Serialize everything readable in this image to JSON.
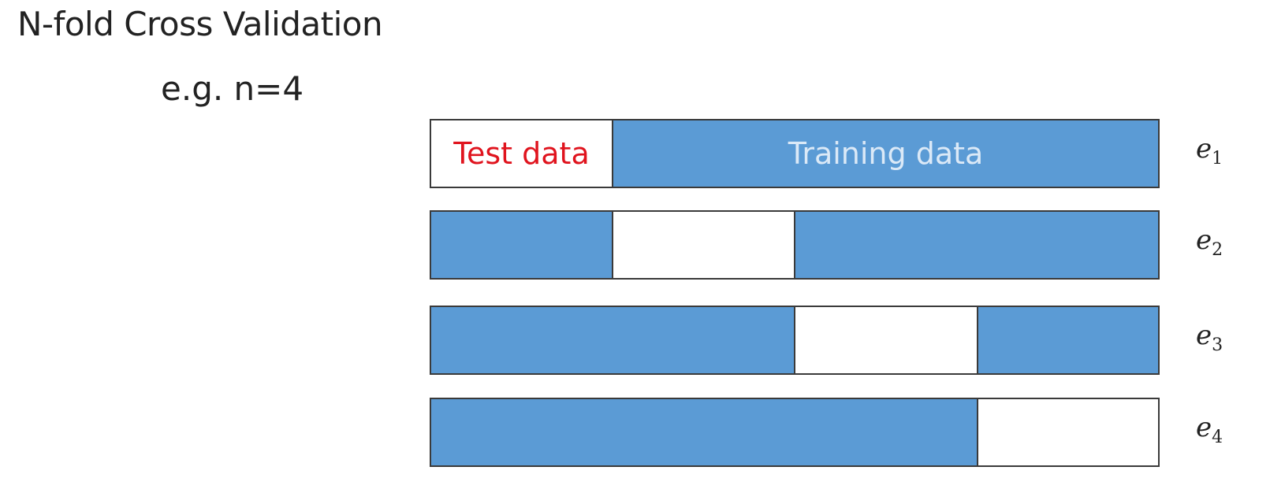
{
  "title": "N-fold Cross Validation",
  "subtitle": "e.g. n=4",
  "labels": {
    "test": "Test data",
    "training": "Training data"
  },
  "colors": {
    "training": "#5b9bd5",
    "test": "#ffffff",
    "test_text": "#e0141e",
    "training_text": "#dbe9f7",
    "border": "#3a3a3a"
  },
  "folds": [
    {
      "label_base": "e",
      "label_sub": "1",
      "segments": [
        {
          "kind": "test",
          "text": "Test data"
        },
        {
          "kind": "train",
          "text": "Training data"
        }
      ]
    },
    {
      "label_base": "e",
      "label_sub": "2",
      "segments": [
        {
          "kind": "train",
          "text": ""
        },
        {
          "kind": "test",
          "text": ""
        },
        {
          "kind": "train",
          "text": ""
        }
      ]
    },
    {
      "label_base": "e",
      "label_sub": "3",
      "segments": [
        {
          "kind": "train",
          "text": ""
        },
        {
          "kind": "test",
          "text": ""
        },
        {
          "kind": "train",
          "text": ""
        }
      ]
    },
    {
      "label_base": "e",
      "label_sub": "4",
      "segments": [
        {
          "kind": "train",
          "text": ""
        },
        {
          "kind": "test",
          "text": ""
        }
      ]
    }
  ]
}
